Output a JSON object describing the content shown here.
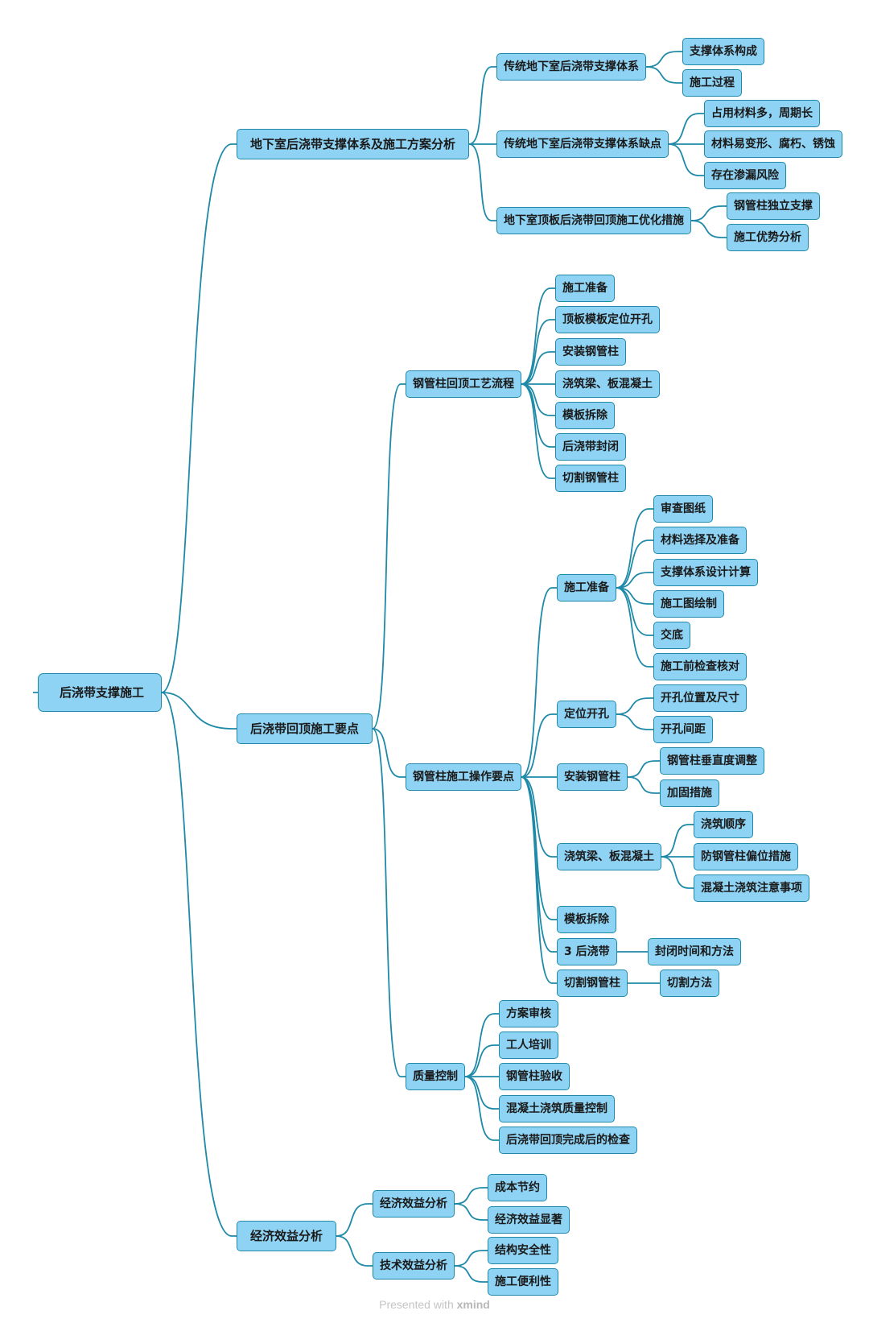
{
  "mindmap": {
    "root": "后浇带支撑施工",
    "branches": [
      {
        "label": "地下室后浇带支撑体系及施工方案分析",
        "children": [
          {
            "label": "传统地下室后浇带支撑体系",
            "children": [
              {
                "label": "支撑体系构成"
              },
              {
                "label": "施工过程"
              }
            ]
          },
          {
            "label": "传统地下室后浇带支撑体系缺点",
            "children": [
              {
                "label": "占用材料多，周期长"
              },
              {
                "label": "材料易变形、腐朽、锈蚀"
              },
              {
                "label": "存在渗漏风险"
              }
            ]
          },
          {
            "label": "地下室顶板后浇带回顶施工优化措施",
            "children": [
              {
                "label": "钢管柱独立支撑"
              },
              {
                "label": "施工优势分析"
              }
            ]
          }
        ]
      },
      {
        "label": "后浇带回顶施工要点",
        "children": [
          {
            "label": "钢管柱回顶工艺流程",
            "children": [
              {
                "label": "施工准备"
              },
              {
                "label": "顶板模板定位开孔"
              },
              {
                "label": "安装钢管柱"
              },
              {
                "label": "浇筑梁、板混凝土"
              },
              {
                "label": "模板拆除"
              },
              {
                "label": "后浇带封闭"
              },
              {
                "label": "切割钢管柱"
              }
            ]
          },
          {
            "label": "钢管柱施工操作要点",
            "children": [
              {
                "label": "施工准备",
                "children": [
                  {
                    "label": "审查图纸"
                  },
                  {
                    "label": "材料选择及准备"
                  },
                  {
                    "label": "支撑体系设计计算"
                  },
                  {
                    "label": "施工图绘制"
                  },
                  {
                    "label": "交底"
                  },
                  {
                    "label": "施工前检查核对"
                  }
                ]
              },
              {
                "label": "定位开孔",
                "children": [
                  {
                    "label": "开孔位置及尺寸"
                  },
                  {
                    "label": "开孔间距"
                  }
                ]
              },
              {
                "label": "安装钢管柱",
                "children": [
                  {
                    "label": "钢管柱垂直度调整"
                  },
                  {
                    "label": "加固措施"
                  }
                ]
              },
              {
                "label": "浇筑梁、板混凝土",
                "children": [
                  {
                    "label": "浇筑顺序"
                  },
                  {
                    "label": "防钢管柱偏位措施"
                  },
                  {
                    "label": "混凝土浇筑注意事项"
                  }
                ]
              },
              {
                "label": "模板拆除"
              },
              {
                "label": "3 后浇带",
                "children": [
                  {
                    "label": "封闭时间和方法"
                  }
                ]
              },
              {
                "label": "切割钢管柱",
                "children": [
                  {
                    "label": "切割方法"
                  }
                ]
              }
            ]
          },
          {
            "label": "质量控制",
            "children": [
              {
                "label": "方案审核"
              },
              {
                "label": "工人培训"
              },
              {
                "label": "钢管柱验收"
              },
              {
                "label": "混凝土浇筑质量控制"
              },
              {
                "label": "后浇带回顶完成后的检查"
              }
            ]
          }
        ]
      },
      {
        "label": "经济效益分析",
        "children": [
          {
            "label": "经济效益分析",
            "children": [
              {
                "label": "成本节约"
              },
              {
                "label": "经济效益显著"
              }
            ]
          },
          {
            "label": "技术效益分析",
            "children": [
              {
                "label": "结构安全性"
              },
              {
                "label": "施工便利性"
              }
            ]
          }
        ]
      }
    ]
  },
  "footer": {
    "prefix": "Presented with",
    "brand": "xmind"
  },
  "colors": {
    "node_fill": "#8fd3f4",
    "node_border": "#1e8aa8",
    "connector": "#1e8aa8"
  }
}
